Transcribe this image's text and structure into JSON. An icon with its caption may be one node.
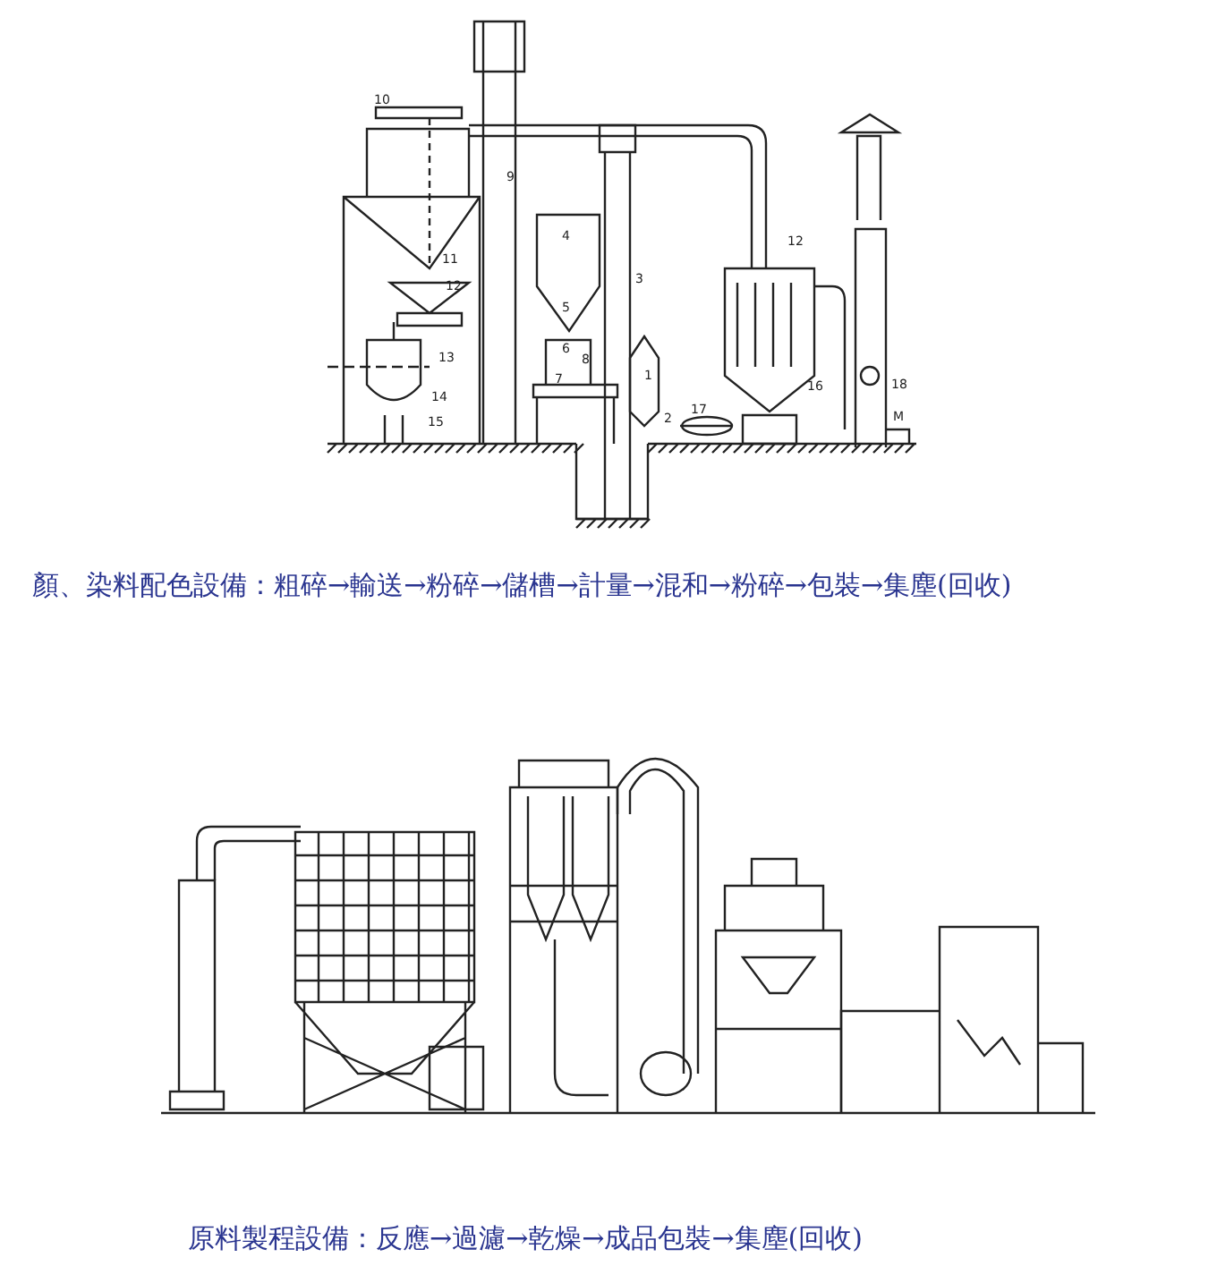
{
  "diagram": {
    "labels": [
      "10",
      "9",
      "11",
      "12",
      "13",
      "14",
      "15",
      "4",
      "5",
      "6",
      "7",
      "8",
      "3",
      "1",
      "2",
      "17",
      "12",
      "16",
      "18",
      "M",
      "顏、染料配色設備：粗碎→輸送→粉碎→儲槽→計量→混和→粉碎→包裝→集塵(回收)",
      "原料製程設備：反應→過濾→乾燥→成品包裝→集塵(回收)"
    ]
  }
}
